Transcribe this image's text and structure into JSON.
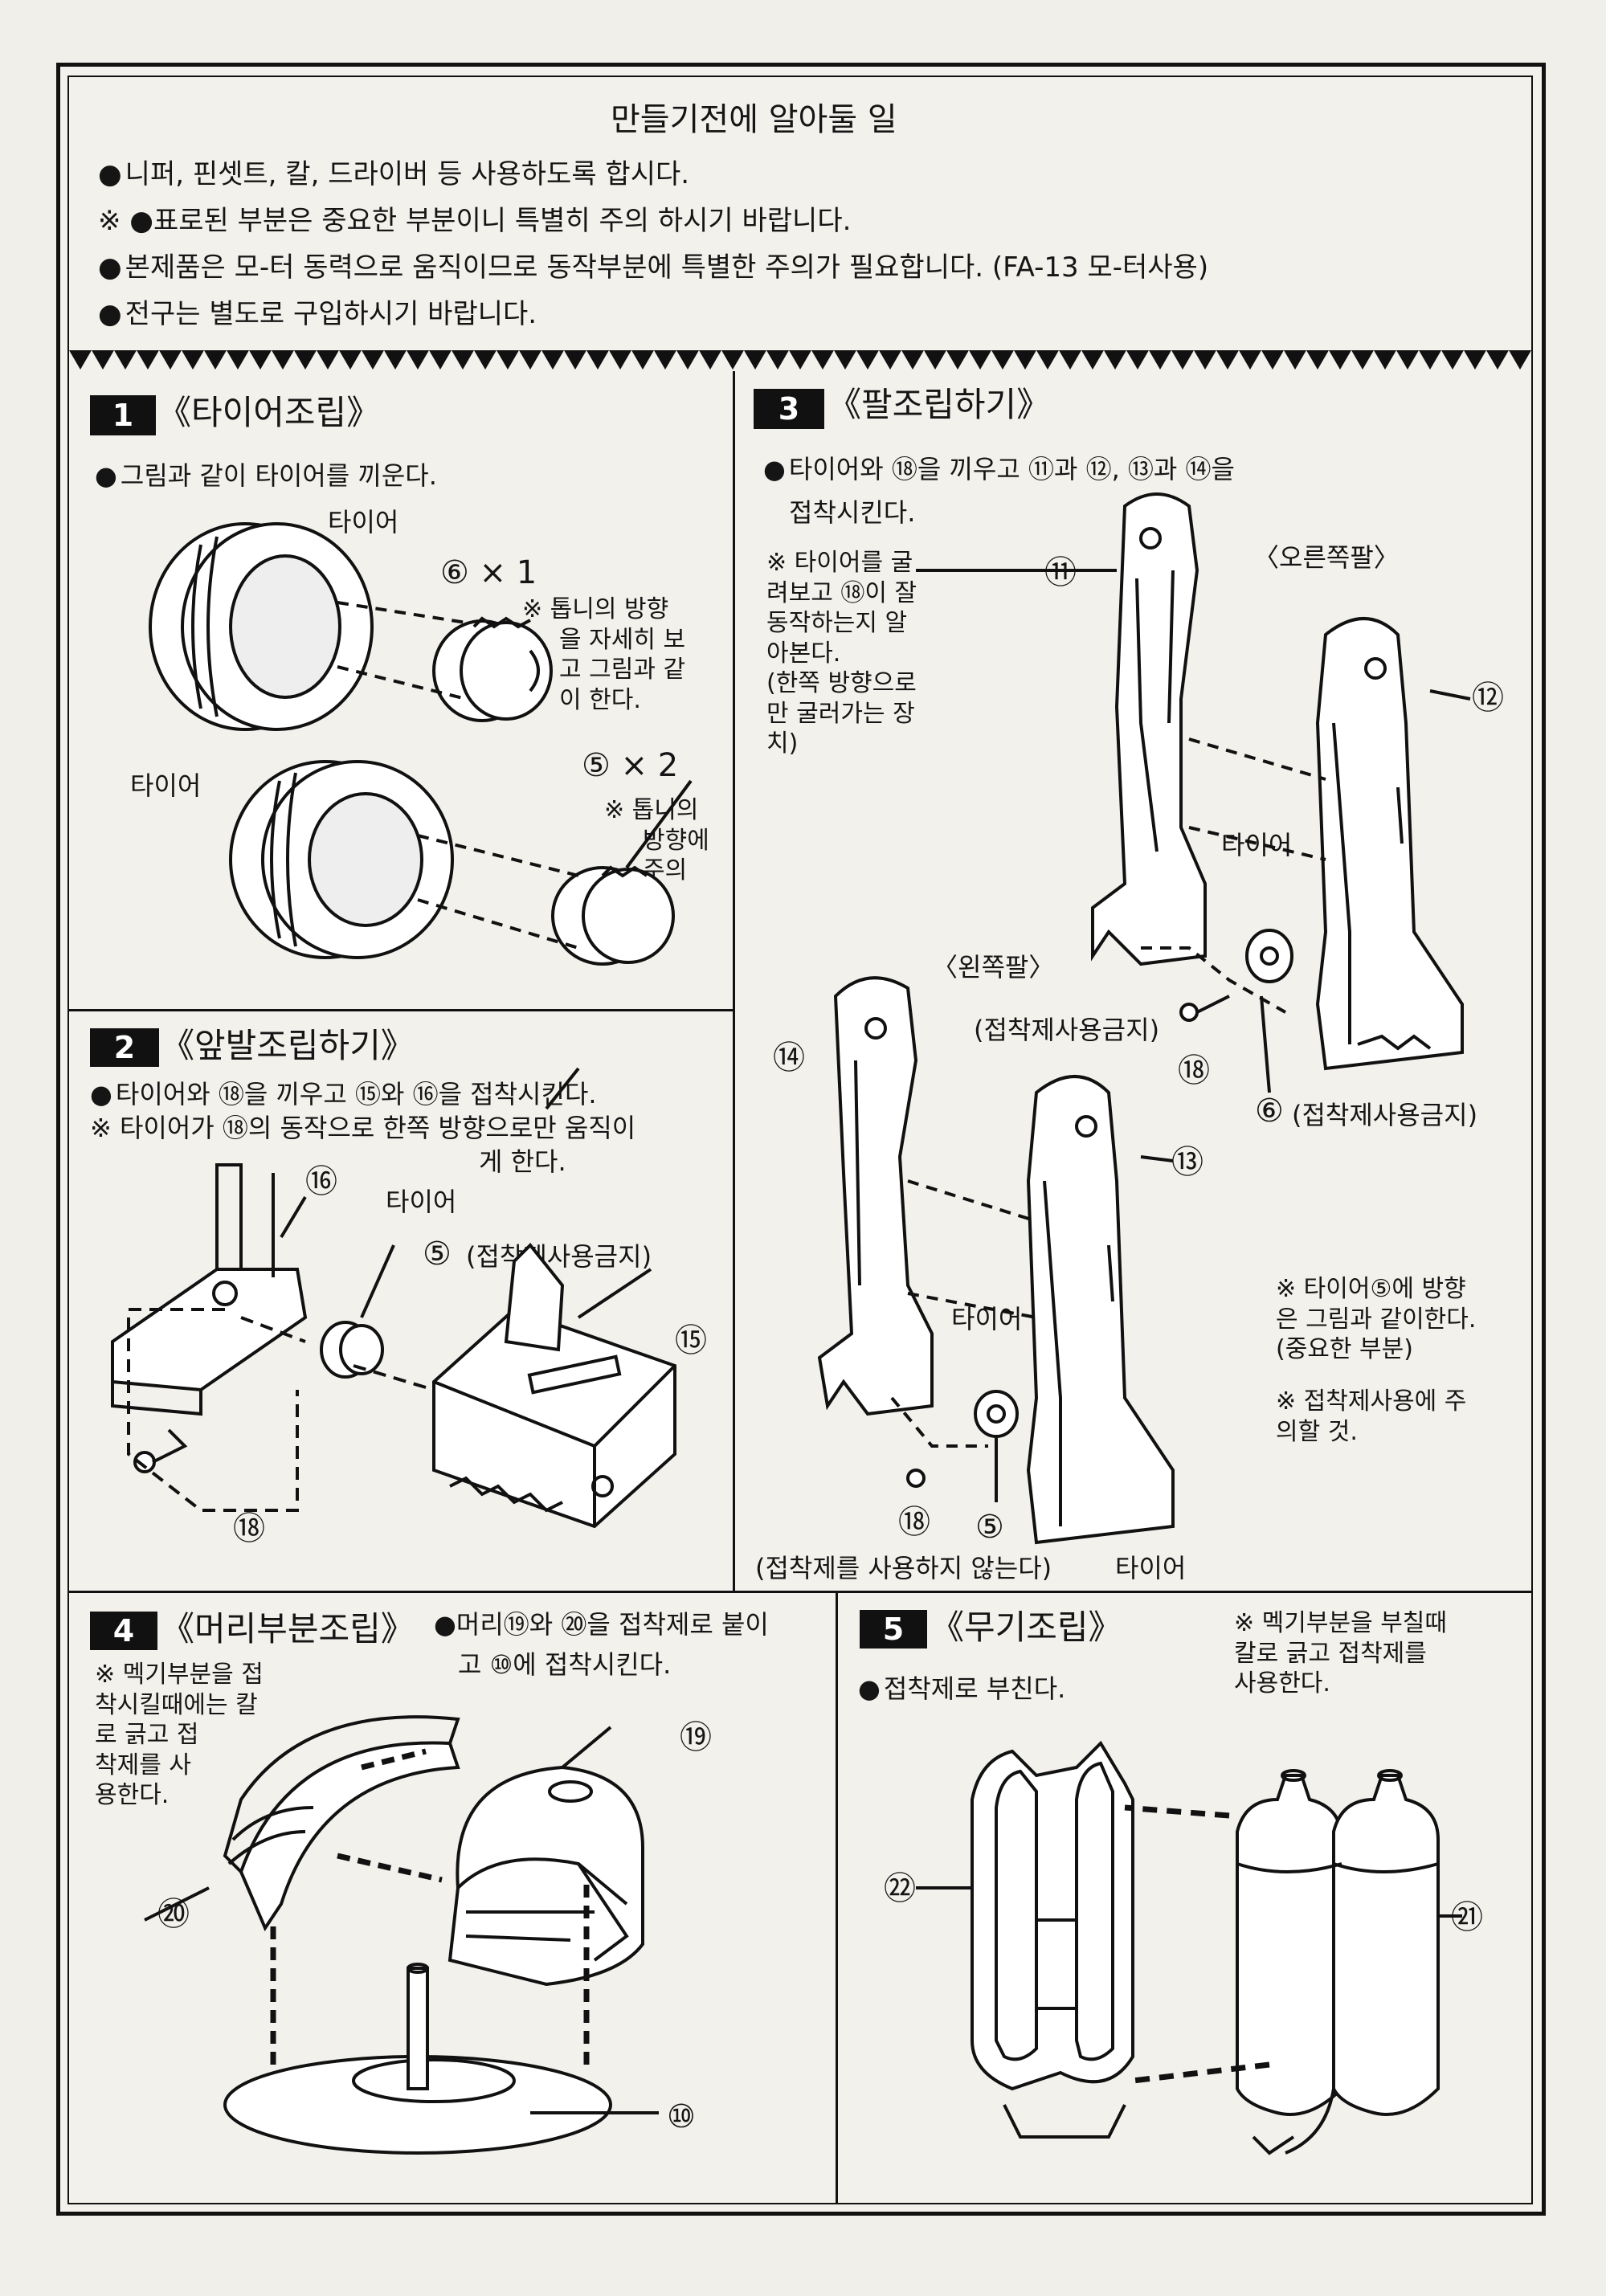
{
  "header": {
    "title": "만들기전에 알아둘 일",
    "bullets": [
      "니퍼, 핀셋트, 칼, 드라이버 등 사용하도록 합시다.",
      "※ ●표로된 부분은 중요한 부분이니 특별히 주의 하시기 바랍니다.",
      "본제품은 모-터 동력으로 움직이므로 동작부분에 특별한 주의가 필요합니다.  (FA-13 모-터사용)",
      "전구는 별도로 구입하시기 바랍니다."
    ]
  },
  "sections": {
    "s1": {
      "number": "1",
      "title": "《타이어조립》",
      "instruction": "그림과 같이 타이어를 끼운다.",
      "label_tire_1": "타이어",
      "label_tire_2": "타이어",
      "part6": "⑥ × 1",
      "part5": "⑤ × 2",
      "note1": [
        "※ 톱니의 방향",
        "을 자세히 보",
        "고 그림과 같",
        "이 한다."
      ],
      "note2": [
        "※ 톱니의",
        "방향에",
        "주의"
      ]
    },
    "s2": {
      "number": "2",
      "title": "《앞발조립하기》",
      "instruction": "타이어와 ⑱을 끼우고 ⑮와 ⑯을 접착시킨다.",
      "note_line1": "※ 타이어가 ⑱의 동작으로 한쪽 방향으로만 움직이",
      "note_line2": "게 한다.",
      "label_16": "⑯",
      "label_tire": "타이어",
      "label_5": "⑤",
      "label_5_note": "(접착제사용금지)",
      "label_15": "⑮",
      "label_18": "⑱"
    },
    "s3": {
      "number": "3",
      "title": "《팔조립하기》",
      "instruction_line1": "타이어와 ⑱을 끼우고 ⑪과 ⑫, ⑬과 ⑭을",
      "instruction_line2": "접착시킨다.",
      "note": [
        "※ 타이어를 굴",
        "려보고 ⑱이 잘",
        "동작하는지  알",
        "아본다.",
        "(한쪽 방향으로",
        "만 굴러가는 장",
        "치)"
      ],
      "label_11": "⑪",
      "label_12": "⑫",
      "label_13": "⑬",
      "label_14": "⑭",
      "label_right_arm": "〈오른쪽팔〉",
      "label_left_arm": "〈왼쪽팔〉",
      "label_tire_a": "타이어",
      "label_tire_b": "타이어",
      "label_tire_c": "타이어",
      "label_no_glue_a": "(접착제사용금지)",
      "label_18a": "⑱",
      "label_6": "⑥",
      "label_6_note": "(접착제사용금지)",
      "label_18b": "⑱",
      "label_5": "⑤",
      "label_no_glue_b": "(접착제를 사용하지 않는다)",
      "note2": [
        "※ 타이어⑤에 방향",
        "은 그림과 같이한다.",
        "(중요한 부분)"
      ],
      "note3": [
        "※ 접착제사용에 주",
        "의할 것."
      ]
    },
    "s4": {
      "number": "4",
      "title": "《머리부분조립》",
      "instruction_line1": "●머리⑲와 ⑳을 접착제로 붙이",
      "instruction_line2": "고 ⑩에 접착시킨다.",
      "note": [
        "※ 멕기부분을 접",
        "착시킬때에는 칼",
        "로 긁고 접",
        "착제를 사",
        "용한다."
      ],
      "label_19": "⑲",
      "label_20": "⑳",
      "label_10": "⑩"
    },
    "s5": {
      "number": "5",
      "title": "《무기조립》",
      "instruction": "접착제로 부친다.",
      "note": [
        "※ 멕기부분을 부칠때",
        "칼로 긁고 접착제를",
        "사용한다."
      ],
      "label_22": "㉒",
      "label_21": "㉑"
    }
  }
}
